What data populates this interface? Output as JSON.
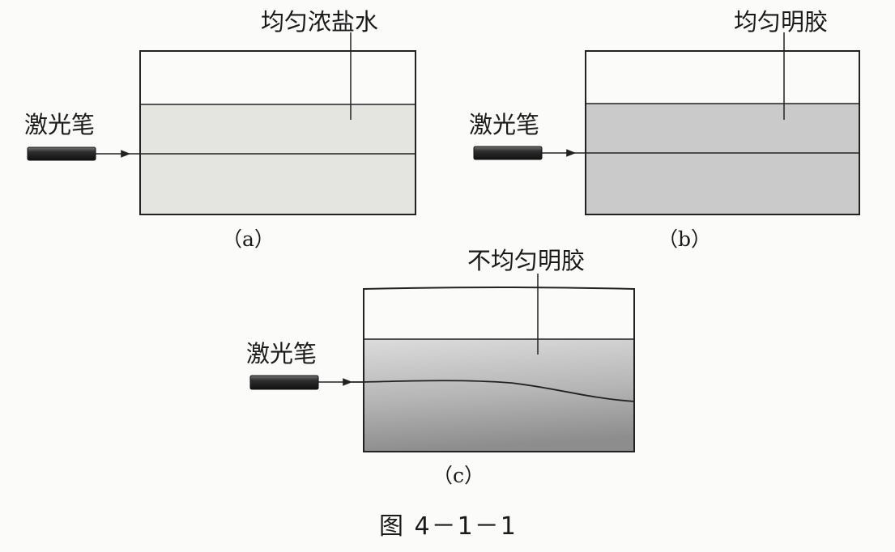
{
  "panels": {
    "a": {
      "laser_label": "激光笔",
      "medium_label": "均匀浓盐水",
      "caption": "（a）"
    },
    "b": {
      "laser_label": "激光笔",
      "medium_label": "均匀明胶",
      "caption": "（b）"
    },
    "c": {
      "laser_label": "激光笔",
      "medium_label": "不均匀明胶",
      "caption": "（c）"
    }
  },
  "figure_caption": "图 4－1－1",
  "colors": {
    "saltwater": "#e4e4e1",
    "gelatin": "#cacaca",
    "gelatin_gradient_top": "#dcdcdc",
    "gelatin_gradient_bottom": "#8d8d8d",
    "laser_body": "#3a3a3a",
    "line": "#222222"
  }
}
